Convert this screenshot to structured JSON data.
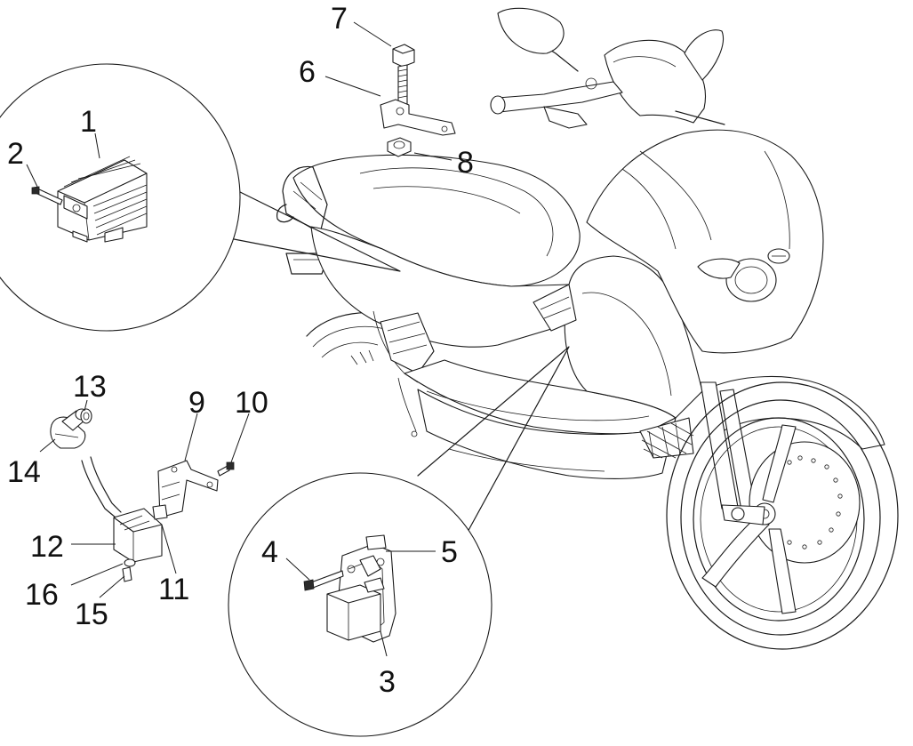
{
  "callouts": [
    {
      "id": "1",
      "label": "1"
    },
    {
      "id": "2",
      "label": "2"
    },
    {
      "id": "3",
      "label": "3"
    },
    {
      "id": "4",
      "label": "4"
    },
    {
      "id": "5",
      "label": "5"
    },
    {
      "id": "6",
      "label": "6"
    },
    {
      "id": "7",
      "label": "7"
    },
    {
      "id": "8",
      "label": "8"
    },
    {
      "id": "9",
      "label": "9"
    },
    {
      "id": "10",
      "label": "10"
    },
    {
      "id": "11",
      "label": "11"
    },
    {
      "id": "12",
      "label": "12"
    },
    {
      "id": "13",
      "label": "13"
    },
    {
      "id": "14",
      "label": "14"
    },
    {
      "id": "15",
      "label": "15"
    },
    {
      "id": "16",
      "label": "16"
    }
  ],
  "colors": {
    "line": "#1a1a1a",
    "background": "#ffffff"
  }
}
